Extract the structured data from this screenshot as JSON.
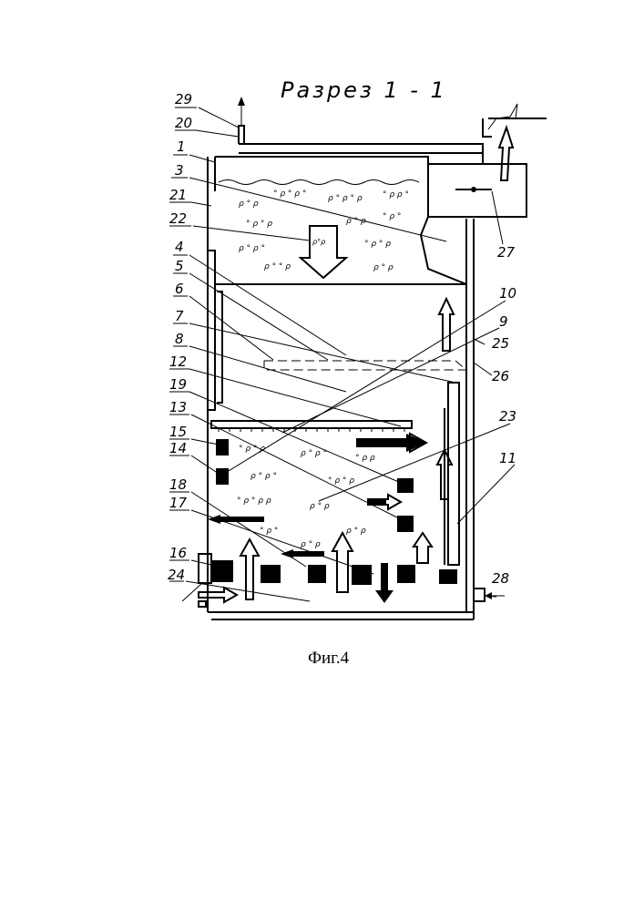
{
  "figure": {
    "section_title": "Разрез 1 - 1",
    "caption": "Фиг.4"
  },
  "labels": {
    "n29": "29",
    "n20": "20",
    "n1": "1",
    "n3": "3",
    "n21": "21",
    "n22": "22",
    "n4": "4",
    "n5": "5",
    "n6": "6",
    "n7": "7",
    "n8": "8",
    "n12": "12",
    "n19": "19",
    "n13": "13",
    "n15": "15",
    "n14": "14",
    "n18": "18",
    "n17": "17",
    "n16": "16",
    "n24": "24",
    "n10": "10",
    "n9": "9",
    "n25": "25",
    "n26": "26",
    "n23": "23",
    "n11": "11",
    "n27": "27",
    "n28": "28"
  }
}
